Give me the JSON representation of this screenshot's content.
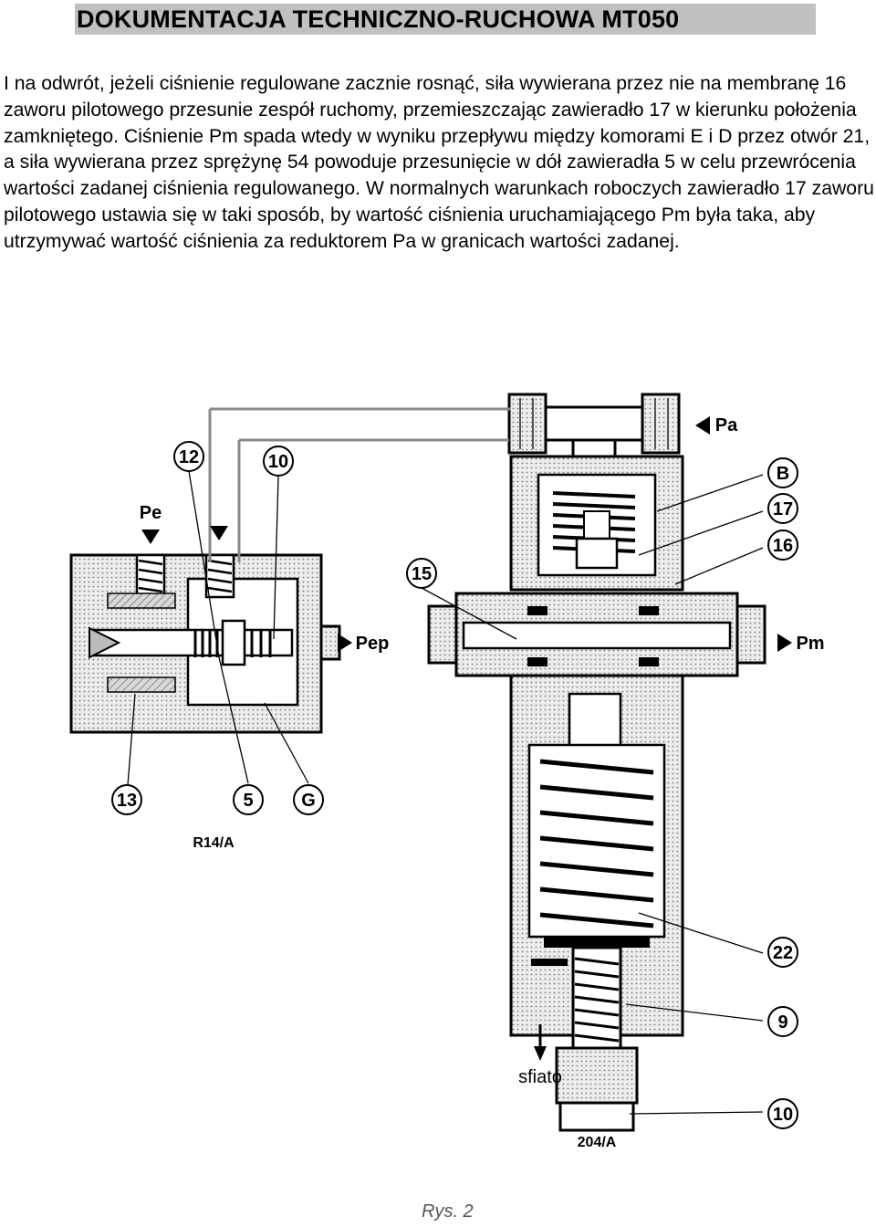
{
  "header": {
    "title": "DOKUMENTACJA TECHNICZNO-RUCHOWA MT050"
  },
  "paragraph": "I na odwrót, jeżeli ciśnienie regulowane zacznie rosnąć, siła wywierana przez nie na membranę 16 zaworu pilotowego przesunie zespół ruchomy, przemieszczając zawieradło 17 w kierunku położenia zamkniętego. Ciśnienie Pm spada wtedy w wyniku przepływu między komorami E i D przez otwór 21, a siła wywierana przez sprężynę 54 powoduje przesunięcie w dół zawieradła 5 w celu przewrócenia wartości zadanej ciśnienia regulowanego. W normalnych warunkach roboczych zawieradło 17 zaworu pilotowego ustawia się w taki sposób, by wartość ciśnienia uruchamiającego Pm była taka, aby utrzymywać wartość ciśnienia za reduktorem Pa w granicach wartości zadanej.",
  "figure": {
    "labels": {
      "c12": "12",
      "c10a": "10",
      "pe": "Pe",
      "c15": "15",
      "pep": "Pep",
      "pa": "Pa",
      "b": "B",
      "c17": "17",
      "c16": "16",
      "pm": "Pm",
      "c13": "13",
      "c5": "5",
      "g": "G",
      "r14": "R14/A",
      "c22": "22",
      "c9": "9",
      "sfiato": "sfiato",
      "c10b": "10",
      "r204": "204/A"
    },
    "caption": "Rys. 2"
  }
}
